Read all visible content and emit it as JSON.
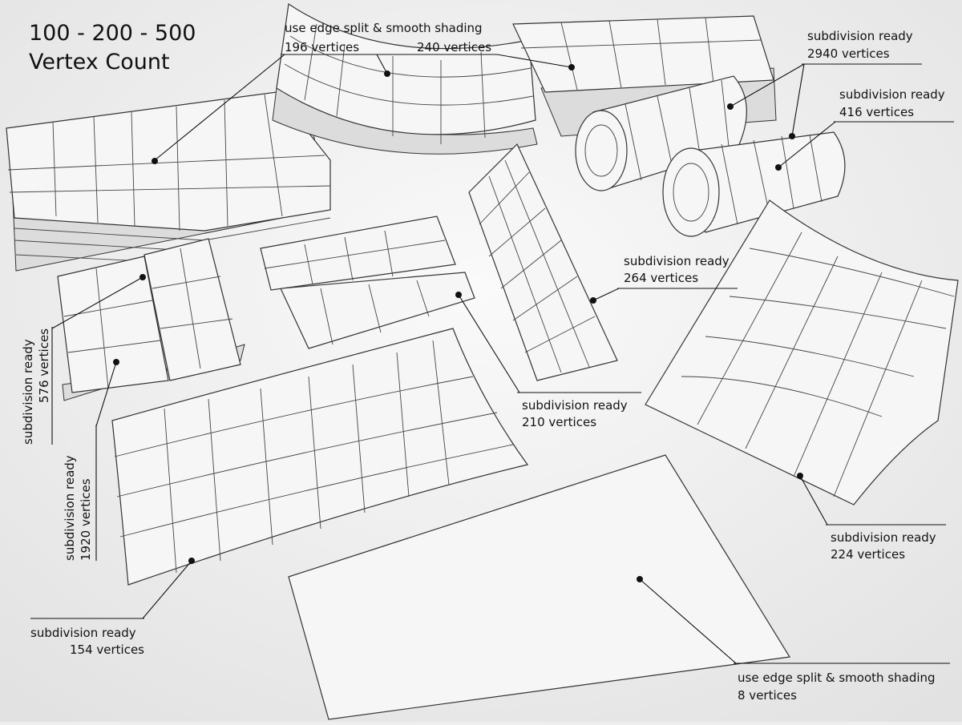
{
  "title": {
    "line1": "100 - 200 - 500",
    "line2": "Vertex Count"
  },
  "labels": {
    "stack_top": {
      "line1": "use edge split & smooth shading",
      "left": "196 vertices",
      "right": "240 vertices"
    },
    "roll_big": {
      "line1": "subdivision ready",
      "line2": "2940 vertices"
    },
    "roll_small": {
      "line1": "subdivision ready",
      "line2": "416 vertices"
    },
    "folded_tall": {
      "line1": "subdivision ready",
      "line2": "264 vertices"
    },
    "folded_small": {
      "line1": "subdivision ready",
      "line2": "210 vertices"
    },
    "curved_sheet": {
      "line1": "subdivision ready",
      "line2": "224 vertices"
    },
    "wavy_sheet": {
      "line1": "subdivision ready",
      "line2": "154 vertices"
    },
    "flat_sheet": {
      "line1": "use edge split & smooth shading",
      "line2": "8 vertices"
    },
    "book_binding": {
      "line1": "subdivision ready",
      "line2": "576 vertices"
    },
    "book_pages": {
      "line1": "subdivision ready",
      "line2": "1920 vertices"
    }
  }
}
